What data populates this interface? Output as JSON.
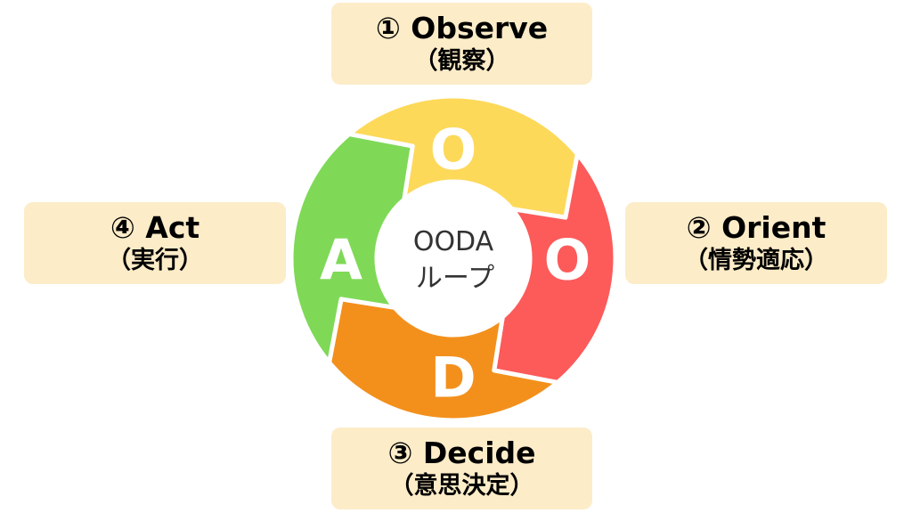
{
  "diagram": {
    "center": {
      "line1": "OODA",
      "line2": "ループ"
    },
    "segments": [
      {
        "id": "observe",
        "letter": "O",
        "color": "#fdd95a"
      },
      {
        "id": "orient",
        "letter": "O",
        "color": "#fd5a5a"
      },
      {
        "id": "decide",
        "letter": "D",
        "color": "#f3901c"
      },
      {
        "id": "act",
        "letter": "A",
        "color": "#7fd957"
      }
    ],
    "labels": {
      "observe": {
        "title": "① Observe",
        "subtitle": "（観察）"
      },
      "orient": {
        "title": "② Orient",
        "subtitle": "（情勢適応）"
      },
      "decide": {
        "title": "③ Decide",
        "subtitle": "（意思決定）"
      },
      "act": {
        "title": "④ Act",
        "subtitle": "（実行）"
      }
    },
    "label_background": "#fcecc8"
  }
}
